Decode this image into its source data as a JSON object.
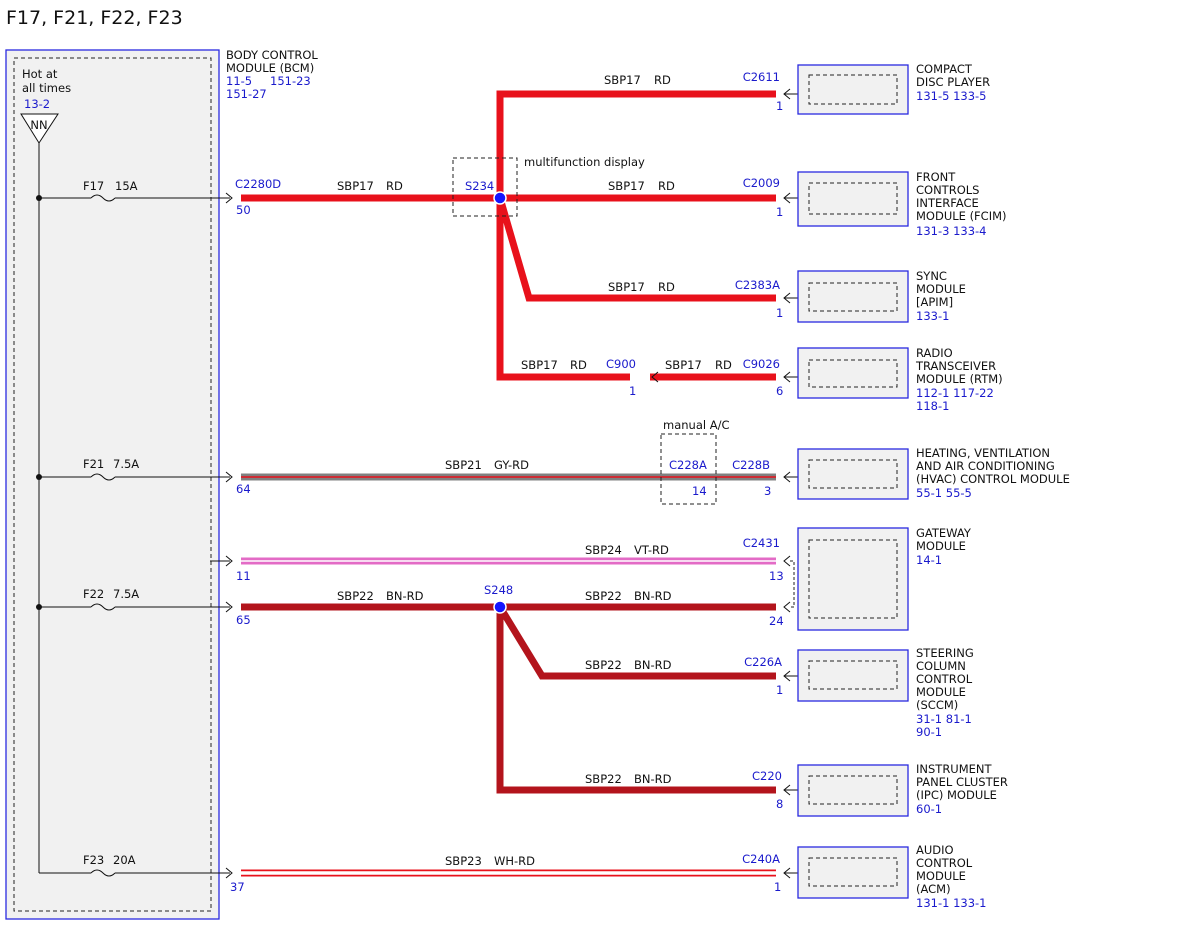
{
  "title": "F17, F21, F22, F23",
  "bcm": {
    "name_lines": [
      "BODY CONTROL",
      "MODULE (BCM)"
    ],
    "refs": [
      "11-5",
      "151-23",
      "151-27"
    ],
    "hot_lines": [
      "Hot at",
      "all times"
    ],
    "hot_ref": "13-2",
    "source_label": "NN"
  },
  "fuses": [
    {
      "label": "F17",
      "rating": "15A"
    },
    {
      "label": "F21",
      "rating": "7.5A"
    },
    {
      "label": "F22",
      "rating": "7.5A"
    },
    {
      "label": "F23",
      "rating": "20A"
    }
  ],
  "bcm_connectors": {
    "c2280d": {
      "name": "C2280D",
      "pin": "50"
    },
    "p64": "64",
    "p11": "11",
    "p65": "65",
    "p37": "37"
  },
  "splices": {
    "s234": "S234",
    "s248": "S248",
    "mfd_label": "multifunction display",
    "ac_label": "manual A/C"
  },
  "wires": {
    "sbp17": {
      "circuit": "SBP17",
      "color": "RD"
    },
    "sbp21": {
      "circuit": "SBP21",
      "color": "GY-RD"
    },
    "sbp24": {
      "circuit": "SBP24",
      "color": "VT-RD"
    },
    "sbp22": {
      "circuit": "SBP22",
      "color": "BN-RD"
    },
    "sbp23": {
      "circuit": "SBP23",
      "color": "WH-RD"
    }
  },
  "inline_connectors": {
    "c900": {
      "name": "C900",
      "pin": "1"
    },
    "c228a": {
      "name": "C228A",
      "pin": "14"
    }
  },
  "modules": [
    {
      "connector": "C2611",
      "pin": "1",
      "name_lines": [
        "COMPACT",
        "DISC PLAYER"
      ],
      "refs": [
        "131-5  133-5"
      ]
    },
    {
      "connector": "C2009",
      "pin": "1",
      "name_lines": [
        "FRONT",
        "CONTROLS",
        "INTERFACE",
        "MODULE (FCIM)"
      ],
      "refs": [
        "131-3  133-4"
      ]
    },
    {
      "connector": "C2383A",
      "pin": "1",
      "name_lines": [
        "SYNC",
        "MODULE",
        "[APIM]"
      ],
      "refs": [
        "133-1"
      ]
    },
    {
      "connector": "C9026",
      "pin": "6",
      "name_lines": [
        "RADIO",
        "TRANSCEIVER",
        "MODULE (RTM)"
      ],
      "refs": [
        "112-1   117-22",
        "118-1"
      ]
    },
    {
      "connector": "C228B",
      "pin": "3",
      "name_lines": [
        "HEATING, VENTILATION",
        "AND AIR CONDITIONING",
        "(HVAC) CONTROL MODULE"
      ],
      "refs": [
        "55-1   55-5"
      ]
    },
    {
      "connector": "C2431",
      "pin": "13",
      "pin2": "24",
      "name_lines": [
        "GATEWAY",
        "MODULE"
      ],
      "refs": [
        "14-1"
      ]
    },
    {
      "connector": "C226A",
      "pin": "1",
      "name_lines": [
        "STEERING",
        "COLUMN",
        "CONTROL",
        "MODULE",
        "(SCCM)"
      ],
      "refs": [
        "31-1   81-1",
        "90-1"
      ]
    },
    {
      "connector": "C220",
      "pin": "8",
      "name_lines": [
        "INSTRUMENT",
        "PANEL CLUSTER",
        "(IPC) MODULE"
      ],
      "refs": [
        "60-1"
      ]
    },
    {
      "connector": "C240A",
      "pin": "1",
      "name_lines": [
        "AUDIO",
        "CONTROL",
        "MODULE",
        "(ACM)"
      ],
      "refs": [
        "131-1  133-1"
      ]
    }
  ],
  "colors": {
    "red": "#e8111b",
    "brown": "#b3141c",
    "blue_outline": "#2a2ae0",
    "box_fill": "#f1f1f1",
    "splice": "#1515ff"
  }
}
